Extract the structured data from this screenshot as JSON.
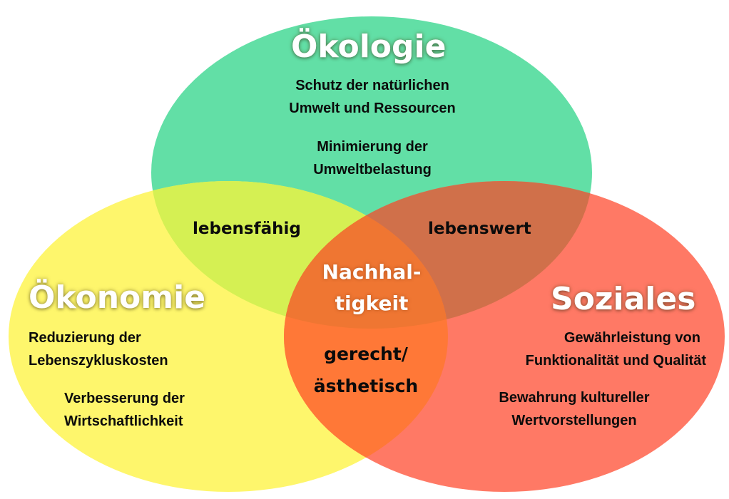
{
  "diagram": {
    "type": "venn",
    "circles": [
      {
        "id": "oekologie",
        "title": "Ökologie",
        "color": "#62DFA6",
        "items": [
          {
            "lines": [
              "Schutz der natürlichen",
              "Umwelt und Ressourcen"
            ]
          },
          {
            "lines": [
              "Minimierung der",
              "Umweltbelastung"
            ]
          }
        ]
      },
      {
        "id": "oekonomie",
        "title": "Ökonomie",
        "color": "#FEF66C",
        "items": [
          {
            "lines": [
              "Reduzierung der",
              "Lebenszykluskosten"
            ]
          },
          {
            "lines": [
              "Verbesserung der",
              "Wirtschaftlichkeit"
            ]
          }
        ]
      },
      {
        "id": "soziales",
        "title": "Soziales",
        "color": "#FF7965",
        "items": [
          {
            "lines": [
              "Gewährleistung von",
              "Funktionalität und Qualität"
            ]
          },
          {
            "lines": [
              "Bewahrung kultureller",
              "Wertvorstellungen"
            ]
          }
        ]
      }
    ],
    "intersections": {
      "oekologie_oekonomie": {
        "label": "lebensfähig",
        "color": "#D5F053"
      },
      "oekologie_soziales": {
        "label": "lebenswert",
        "color": "#D0704A"
      },
      "oekonomie_soziales": {
        "lines": [
          "gerecht/",
          "ästhetisch"
        ],
        "color": "#FF7837"
      },
      "all": {
        "lines": [
          "Nachhal-",
          "tigkeit"
        ],
        "color": "#EF7632"
      }
    }
  }
}
